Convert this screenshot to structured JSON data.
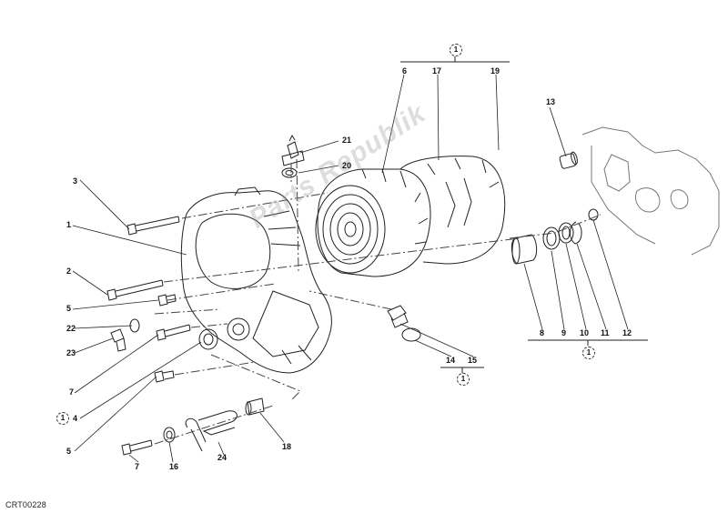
{
  "callouts": [
    "1",
    "2",
    "3",
    "4",
    "5",
    "5",
    "6",
    "7",
    "7",
    "8",
    "9",
    "10",
    "11",
    "12",
    "13",
    "14",
    "15",
    "16",
    "17",
    "18",
    "19",
    "20",
    "21",
    "22",
    "23",
    "24"
  ],
  "group_badges": [
    "1",
    "1",
    "1",
    "1"
  ],
  "diagram_code": "CRT00228",
  "watermark": "Parts Republik"
}
